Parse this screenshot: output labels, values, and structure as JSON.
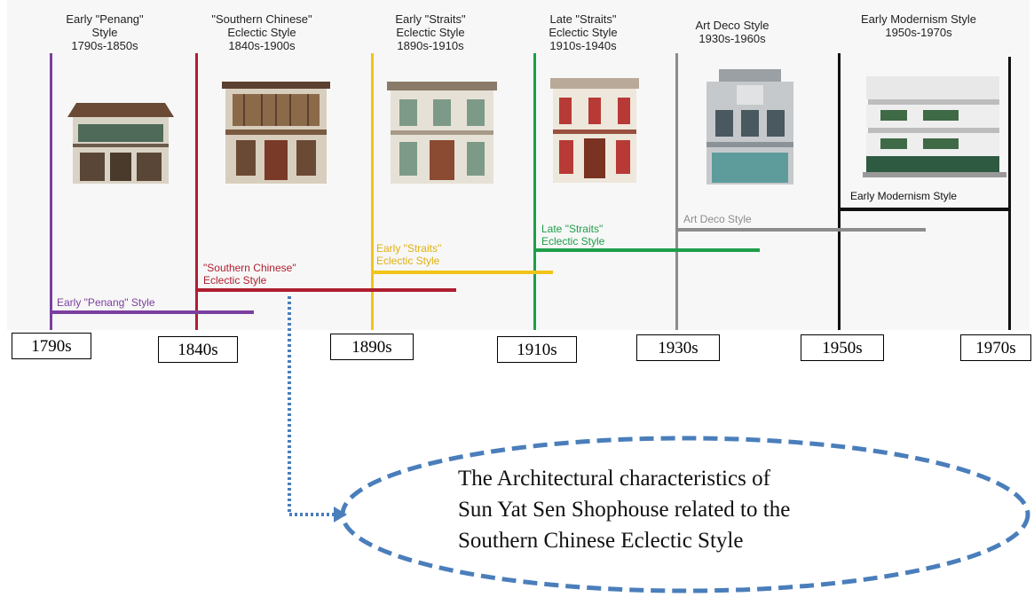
{
  "styles": [
    {
      "title": "Early \"Penang\"\nStyle\n1790s-1850s",
      "bar_label": "Early \"Penang\" Style",
      "color": "#7b3fa0",
      "icon": "shophouse-penang-icon"
    },
    {
      "title": "\"Southern Chinese\"\nEclectic Style\n1840s-1900s",
      "bar_label": "\"Southern Chinese\"\nEclectic Style",
      "color": "#b01e2f",
      "icon": "shophouse-southern-chinese-icon"
    },
    {
      "title": "Early \"Straits\"\nEclectic Style\n1890s-1910s",
      "bar_label": "Early \"Straits\"\nEclectic Style",
      "color": "#f2c318",
      "icon": "shophouse-early-straits-icon"
    },
    {
      "title": "Late \"Straits\"\nEclectic Style\n1910s-1940s",
      "bar_label": "Late \"Straits\"\nEclectic Style",
      "color": "#1e9e4a",
      "icon": "shophouse-late-straits-icon"
    },
    {
      "title": "Art Deco Style\n1930s-1960s",
      "bar_label": "Art Deco Style",
      "color": "#8c8c8c",
      "icon": "shophouse-art-deco-icon"
    },
    {
      "title": "Early Modernism Style\n1950s-1970s",
      "bar_label": "Early Modernism Style",
      "color": "#111111",
      "icon": "shophouse-early-modernism-icon"
    }
  ],
  "years": [
    "1790s",
    "1840s",
    "1890s",
    "1910s",
    "1930s",
    "1950s",
    "1970s"
  ],
  "callout": {
    "text": "The Architectural characteristics of\nSun Yat Sen Shophouse related to the\nSouthern Chinese Eclectic Style",
    "border_color": "#4a7ebb"
  }
}
